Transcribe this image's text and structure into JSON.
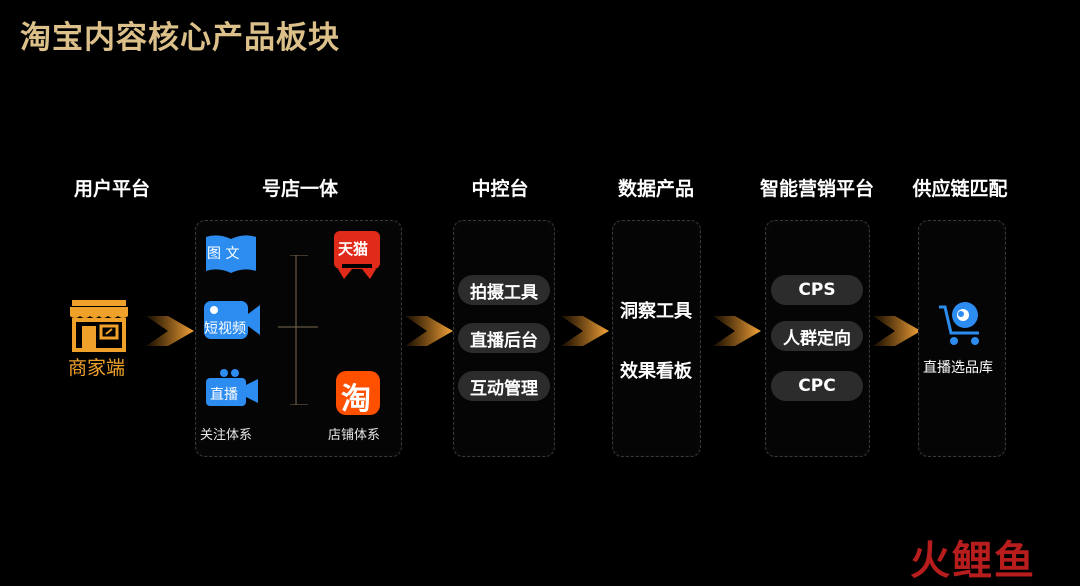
{
  "title": "淘宝内容核心产品板块",
  "columns": {
    "user_platform": {
      "header": "用户平台",
      "merchant_label": "商家端"
    },
    "account_store": {
      "header": "号店一体",
      "apps": {
        "graphic": "图 文",
        "short_video": "短视频",
        "live": "直播"
      },
      "follow_system": "关注体系",
      "tmall_text": "天猫",
      "taobao_text": "淘",
      "store_system": "店铺体系"
    },
    "control_center": {
      "header": "中控台",
      "items": [
        "拍摄工具",
        "直播后台",
        "互动管理"
      ]
    },
    "data_products": {
      "header": "数据产品",
      "items": [
        "洞察工具",
        "效果看板"
      ]
    },
    "marketing": {
      "header": "智能营销平台",
      "items": [
        "CPS",
        "人群定向",
        "CPC"
      ]
    },
    "supply_chain": {
      "header": "供应链匹配",
      "item": "直播选品库"
    }
  },
  "watermark": "火鲤鱼",
  "colors": {
    "title": "#dcc08a",
    "merchant": "#f0a12a",
    "arrow": "#d9861f",
    "app_blue": "#2d8cf0",
    "tmall_red": "#e02a1a",
    "taobao_orange": "#ff5000",
    "cart_blue": "#2d8cf0",
    "watermark_red": "#b71d1d"
  }
}
